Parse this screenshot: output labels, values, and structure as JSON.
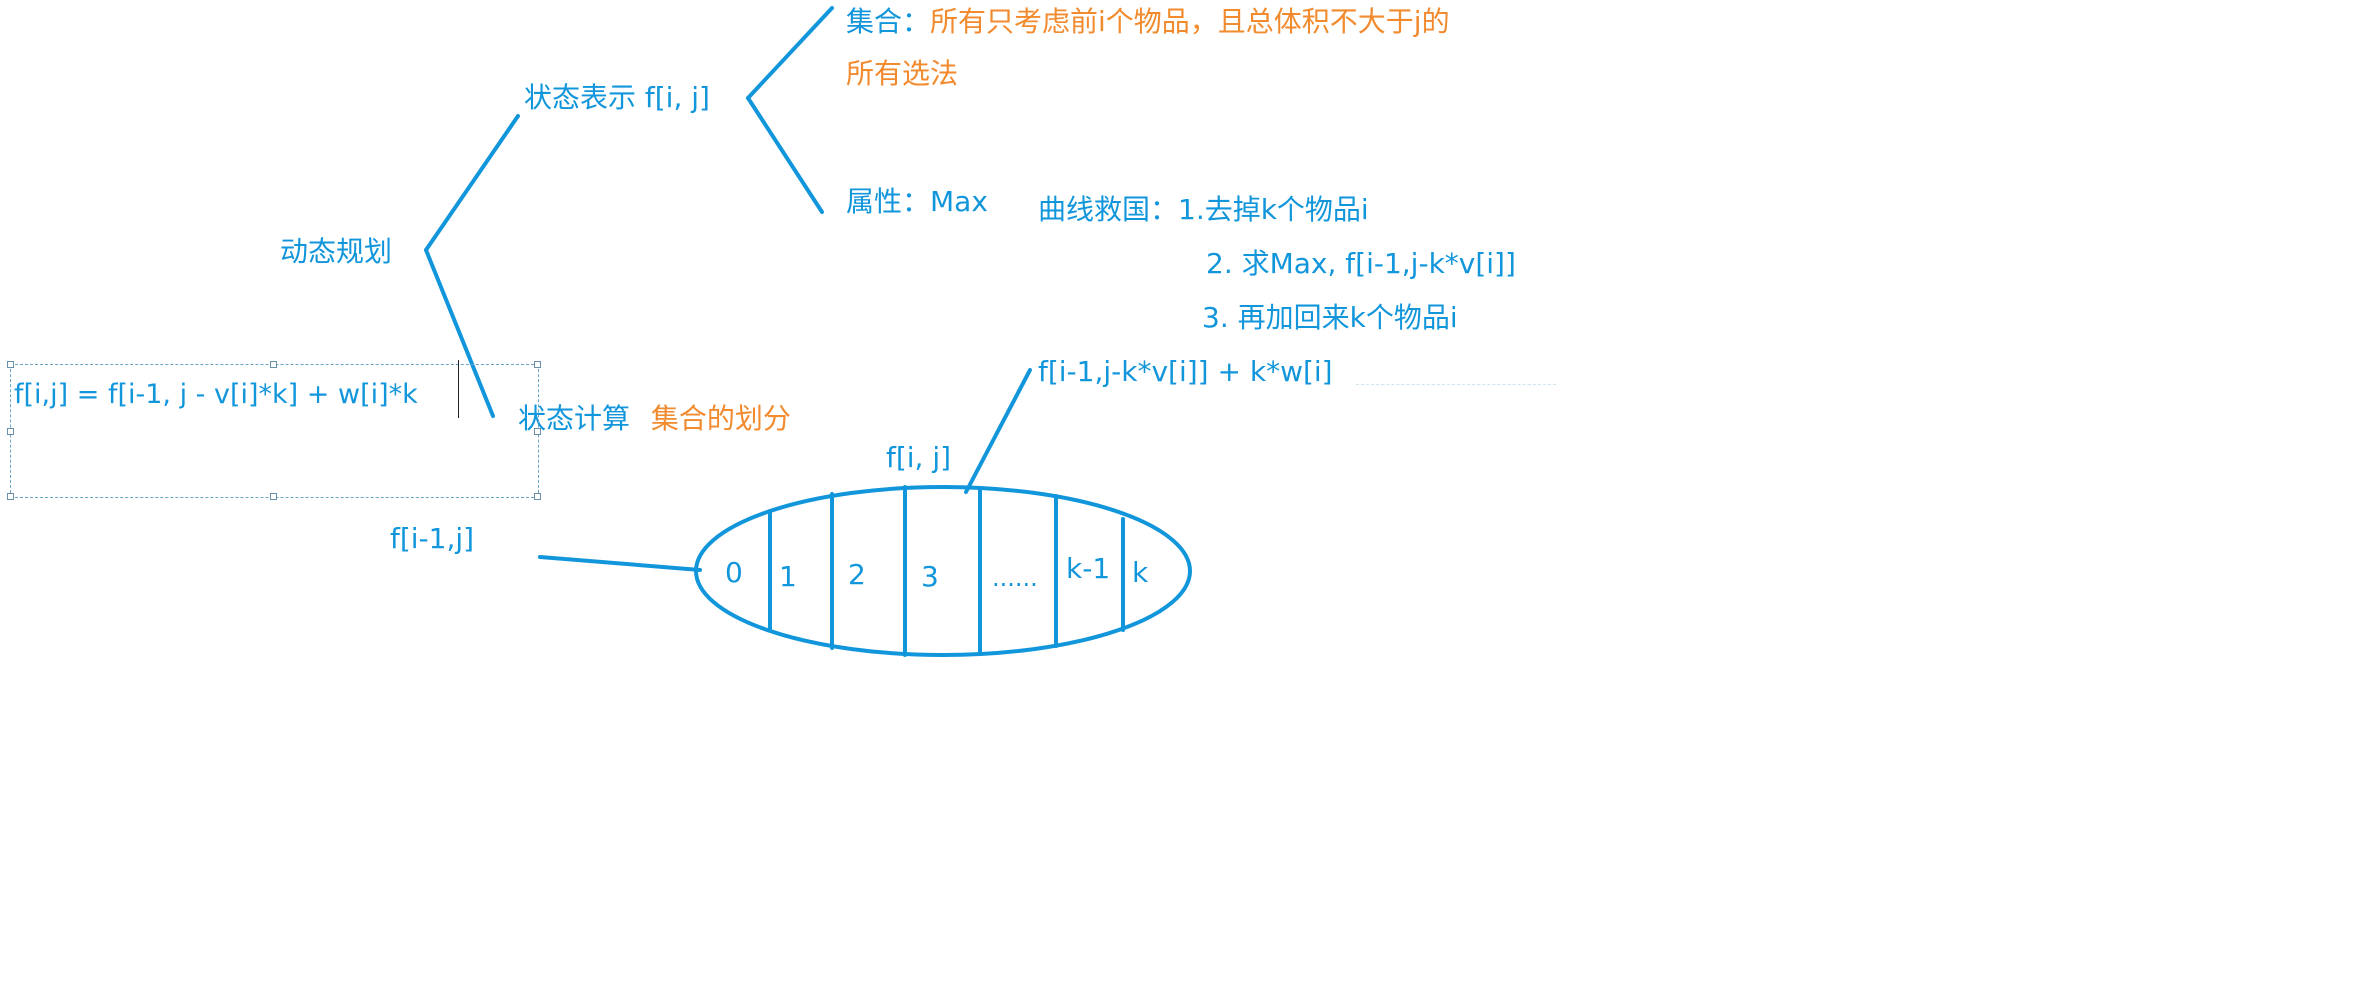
{
  "root": "动态规划",
  "state_repr": {
    "label": "状态表示 f[i, j]",
    "set_prefix": "集合：",
    "set_desc_line1": "所有只考虑前i个物品，且总体积不大于j的",
    "set_desc_line2": "所有选法",
    "property": "属性：Max"
  },
  "rescue": {
    "title": "曲线救国：1.去掉k个物品i",
    "step2": "2. 求Max, f[i-1,j-k*v[i]]",
    "step3": "3. 再加回来k个物品i",
    "result": "f[i-1,j-k*v[i]] + k*w[i]"
  },
  "state_calc": {
    "label": "状态计算",
    "partition": "集合的划分"
  },
  "formula": "f[i,j] = f[i-1, j - v[i]*k] + w[i]*k",
  "ellipse": {
    "top_label": "f[i, j]",
    "left_label": "f[i-1,j]",
    "segments": [
      "0",
      "1",
      "2",
      "3",
      "......",
      "k-1",
      "k"
    ]
  },
  "colors": {
    "blue": "#1296db",
    "orange": "#f28a2e"
  }
}
